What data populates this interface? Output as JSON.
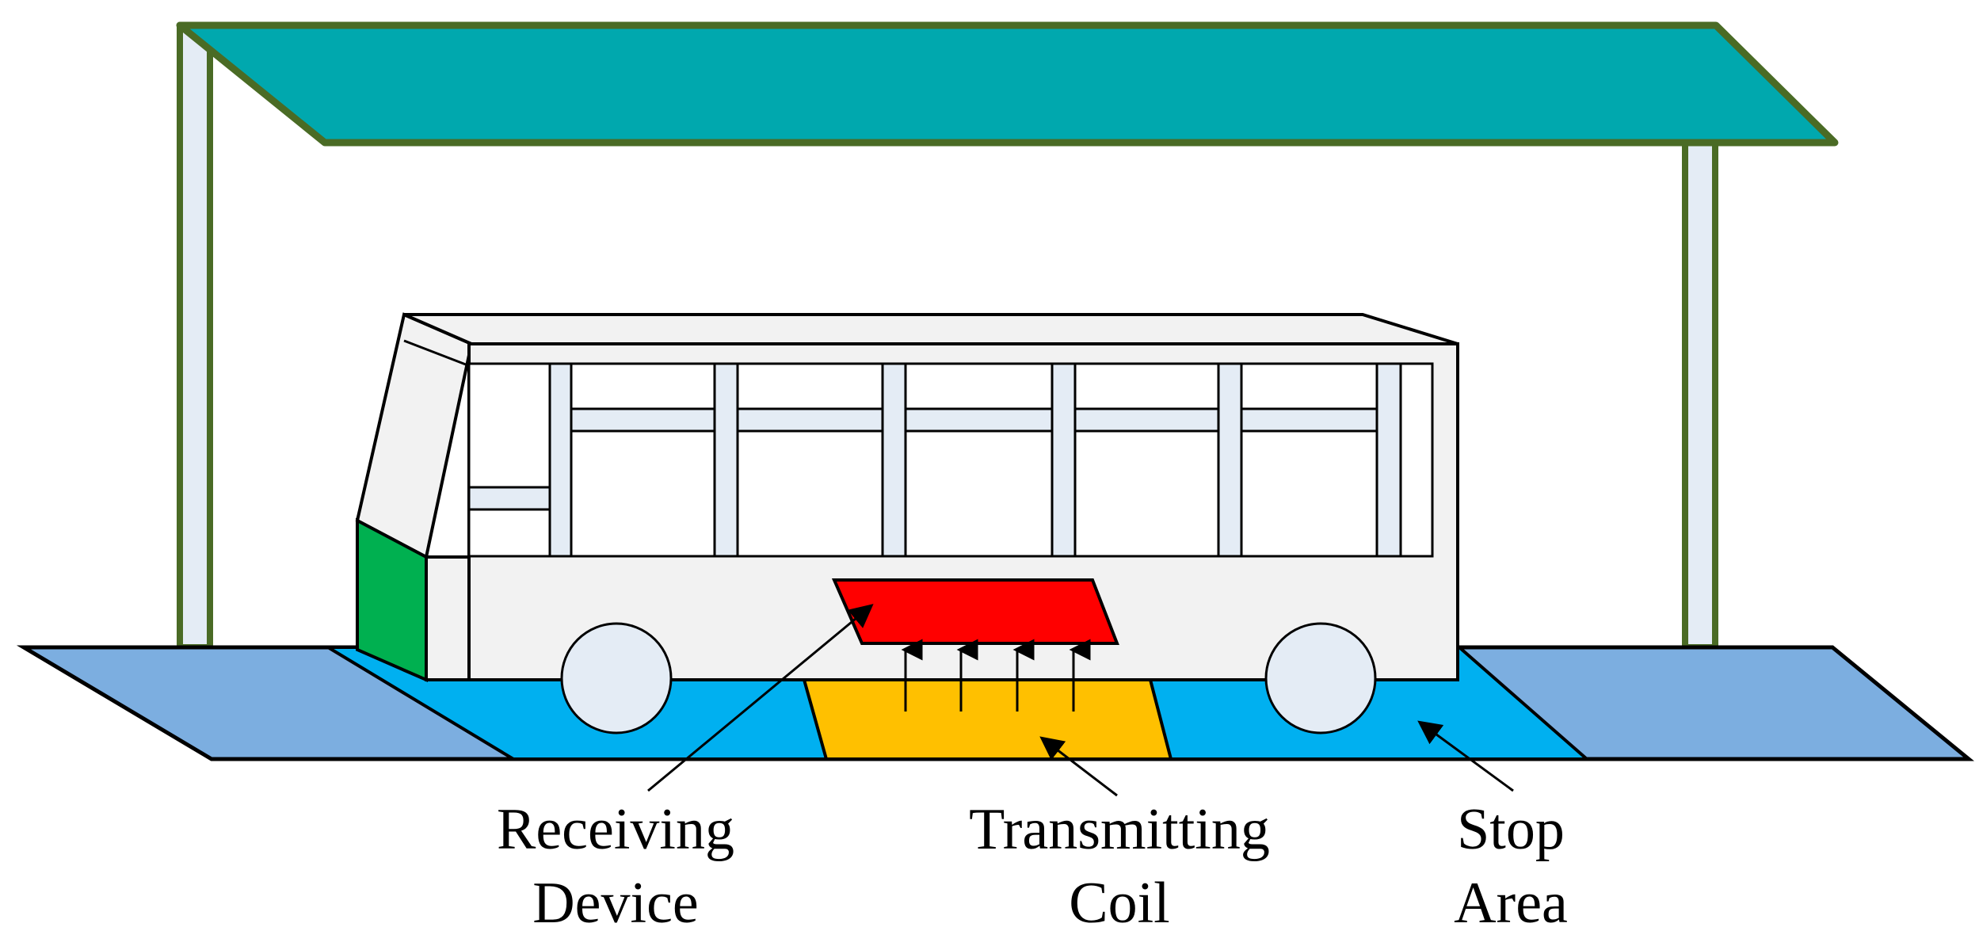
{
  "labels": {
    "receiving_line1": "Receiving",
    "receiving_line2": "Device",
    "transmitting_line1": "Transmitting",
    "transmitting_line2": "Coil",
    "stop_line1": "Stop",
    "stop_line2": "Area"
  },
  "colors": {
    "canopy_roof": "#00A8AE",
    "canopy_outline": "#4A6B25",
    "pillar_fill": "#E4ECF5",
    "ground_outer": "#7CAEE0",
    "stop_area": "#00B0F0",
    "transmitting_coil": "#FFC000",
    "receiving_device": "#FF0000",
    "bus_body": "#F2F2F2",
    "bus_window_frame": "#E4ECF5",
    "bus_front_panel": "#00B050",
    "wheel": "#E4ECF5",
    "outline": "#000000"
  },
  "icons": {
    "canopy": "bus-shelter-canopy",
    "bus": "bus-side-view",
    "field_arrows": "upward-arrows"
  }
}
